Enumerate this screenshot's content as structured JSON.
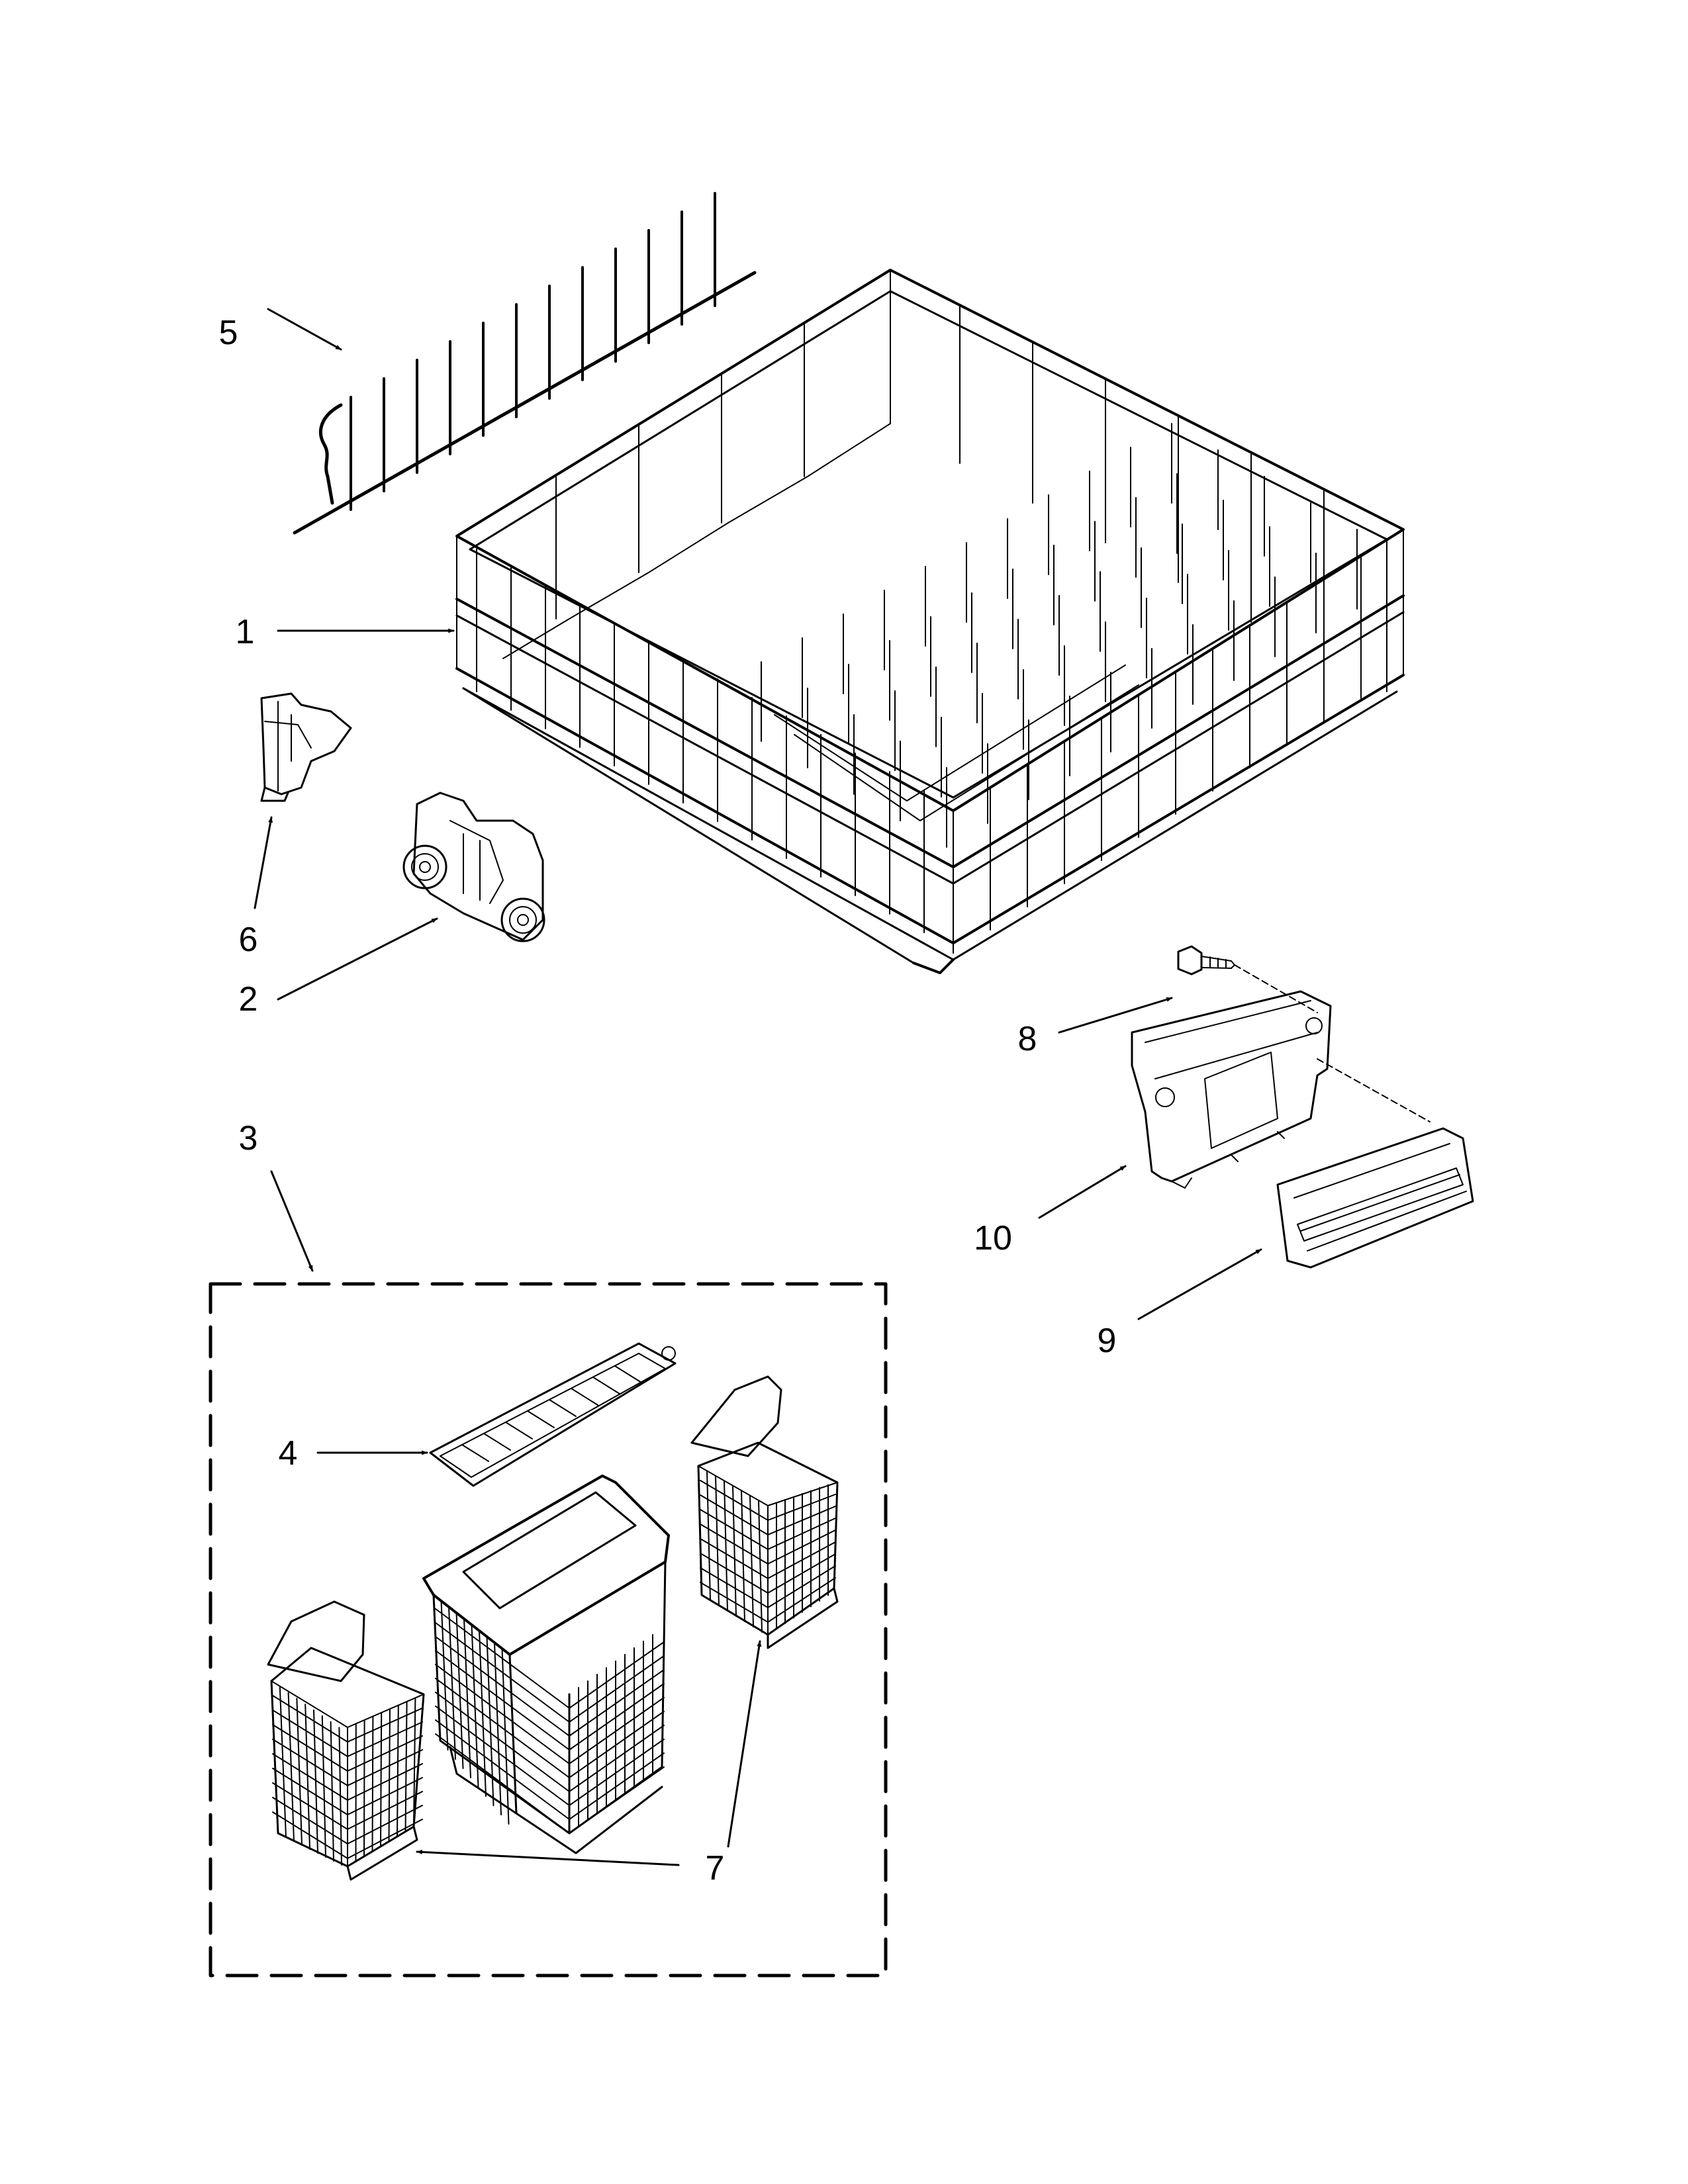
{
  "diagram": {
    "colors": {
      "line": "#000000",
      "background": "#ffffff"
    },
    "callouts": {
      "rack": "1",
      "wheel_carrier": "2",
      "basket_assembly": "3",
      "basket_cover": "4",
      "tine_row": "5",
      "clip": "6",
      "small_basket": "7",
      "screw": "8",
      "handle_cover": "9",
      "handle_base": "10"
    }
  }
}
